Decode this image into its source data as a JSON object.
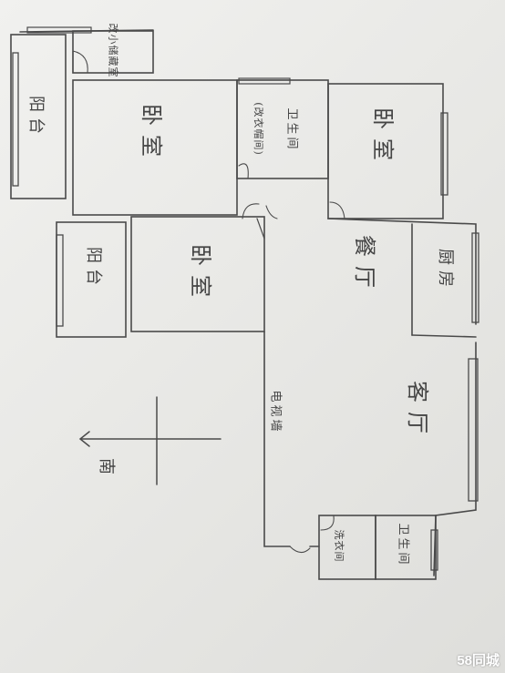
{
  "floor_plan": {
    "rooms": {
      "terrace": "阳台",
      "master_bedroom": "卧室",
      "bathroom_main": "卫生间",
      "walk_in_closet": "(改衣帽间)",
      "bedroom_top_right": "卧室",
      "small_room": "改小储藏室",
      "balcony_small": "阳台",
      "bedroom_middle": "卧室",
      "dining_room": "餐厅",
      "kitchen": "厨房",
      "living_room": "客厅",
      "tv_wall": "电视墙",
      "laundry_room": "洗衣间",
      "bathroom_small": "卫生间"
    },
    "compass": {
      "south": "南"
    }
  },
  "watermark": "58同城",
  "colors": {
    "ink": "#4a4a4a",
    "paper": "#ececea"
  }
}
